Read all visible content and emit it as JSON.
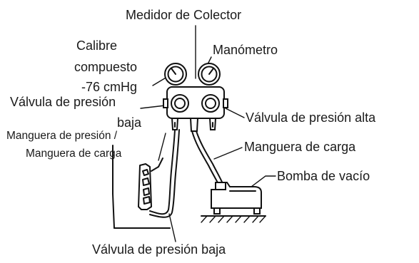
{
  "diagram": {
    "labels": {
      "manifold": "Medidor de Colector",
      "compound_gauge_line1": "Calibre",
      "compound_gauge_line2": "compuesto",
      "compound_gauge_line3": "-76 cmHg",
      "pressure_gauge": "Manómetro",
      "low_valve_line1": "Válvula de presión",
      "low_valve_line2": "baja",
      "high_valve": "Válvula de presión alta",
      "hose_line1": "Manguera de presión /",
      "hose_line2": "Manguera de carga",
      "charge_hose": "Manguera de carga",
      "vacuum_pump": "Bomba de vacío",
      "low_valve_bottom": "Válvula de presión baja"
    },
    "icons": {
      "compound_gauge": "compound-gauge-icon",
      "pressure_gauge": "pressure-gauge-icon",
      "manifold_body": "manifold-body-icon",
      "vacuum_pump": "vacuum-pump-icon",
      "outdoor_unit_valve": "service-valve-icon"
    }
  }
}
